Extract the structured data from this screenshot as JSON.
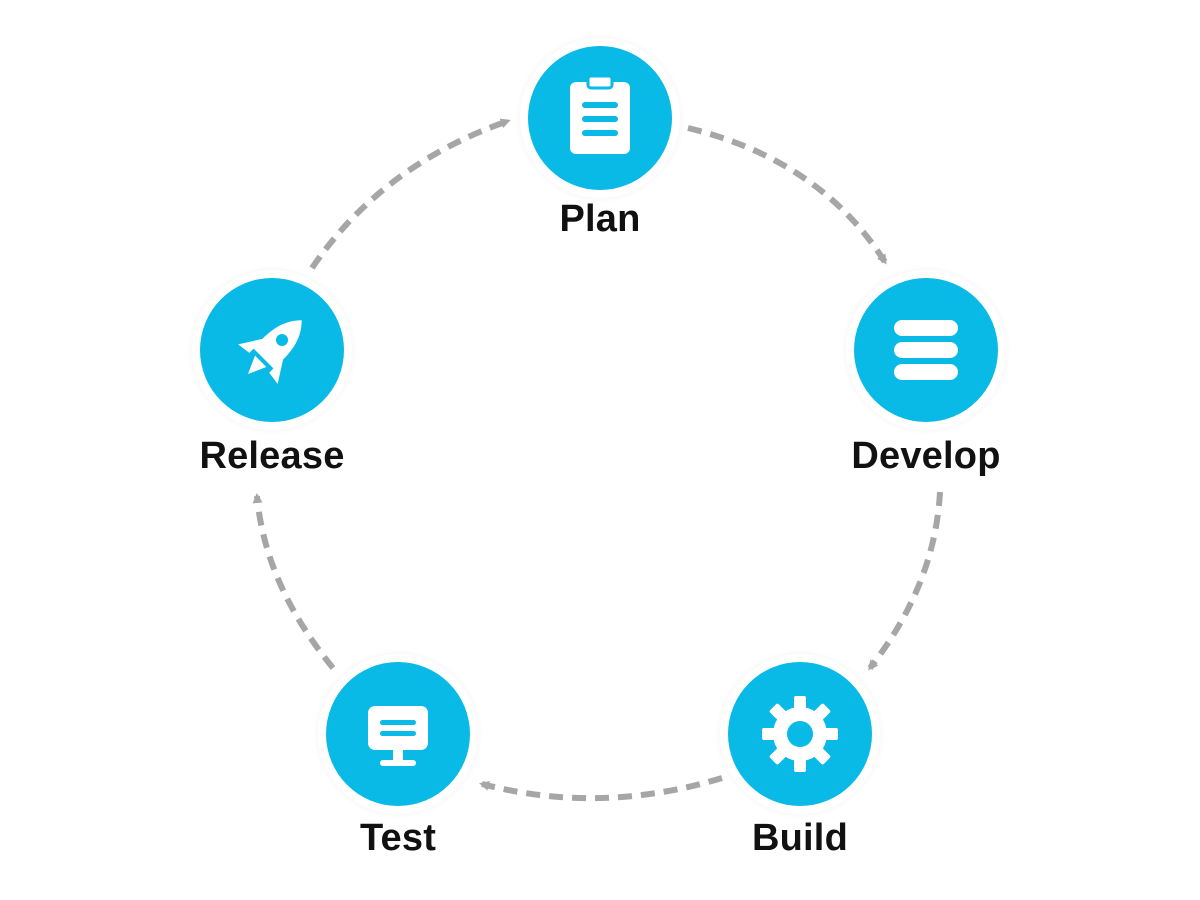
{
  "diagram": {
    "stages": [
      {
        "id": "plan",
        "label": "Plan",
        "icon": "clipboard-icon"
      },
      {
        "id": "develop",
        "label": "Develop",
        "icon": "database-icon"
      },
      {
        "id": "build",
        "label": "Build",
        "icon": "gear-icon"
      },
      {
        "id": "test",
        "label": "Test",
        "icon": "monitor-icon"
      },
      {
        "id": "release",
        "label": "Release",
        "icon": "rocket-icon"
      }
    ],
    "flow": [
      [
        "plan",
        "develop"
      ],
      [
        "develop",
        "build"
      ],
      [
        "build",
        "test"
      ],
      [
        "test",
        "release"
      ],
      [
        "release",
        "plan"
      ]
    ],
    "colors": {
      "node": "#09b9e6",
      "icon": "#ffffff",
      "arrow": "#a6a6a6",
      "label": "#111111"
    }
  }
}
